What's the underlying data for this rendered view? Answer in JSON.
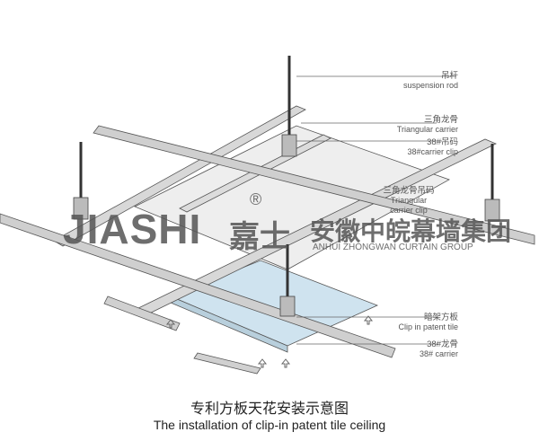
{
  "labels": [
    {
      "cn": "吊杆",
      "en": "suspension rod"
    },
    {
      "cn": "三角龙骨",
      "en": "Triangular carrier"
    },
    {
      "cn": "38#吊码",
      "en": "38#carrier clip"
    },
    {
      "cn": "三角龙骨吊码",
      "en": "Triangular carrier clip"
    },
    {
      "cn": "暗架方板",
      "en": "Clip in  patent tile"
    },
    {
      "cn": "38#龙骨",
      "en": "38# carrier"
    }
  ],
  "watermark": {
    "brand": "JIASHI",
    "brand_cn": "嘉士",
    "registered": "®",
    "company_cn": "安徽中皖幕墙集团",
    "company_en": "ANHUI ZHONGWAN CURTAIN GROUP"
  },
  "title": {
    "cn": "专利方板天花安装示意图",
    "en": "The installation of clip-in patent tile ceiling"
  },
  "colors": {
    "rail": "#d8d8d8",
    "tile": "#cfe3ef",
    "line": "#555555"
  }
}
